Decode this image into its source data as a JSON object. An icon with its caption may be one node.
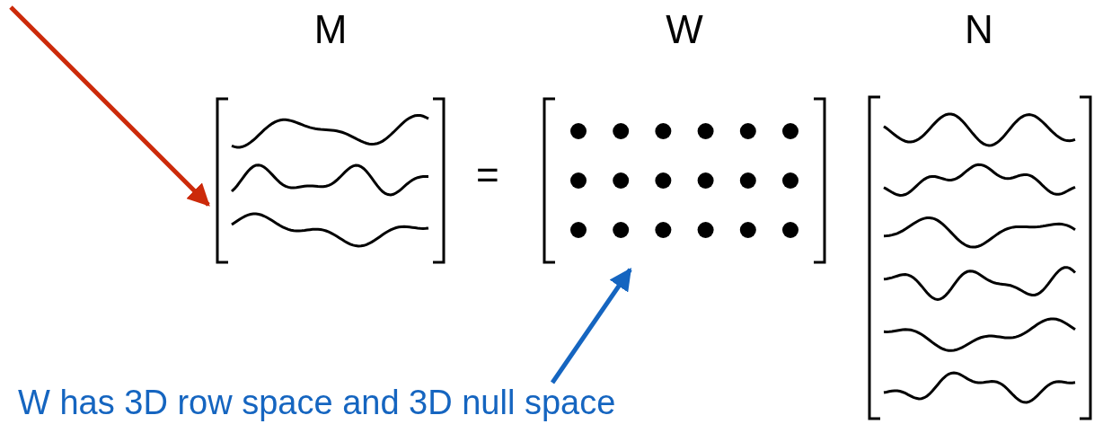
{
  "diagram": {
    "nodes": [
      {
        "text": [
          "M"
        ]
      },
      {
        "text": [
          "W"
        ]
      },
      {
        "text": [
          "N"
        ]
      },
      {
        "text": [
          "W has 3D row space and 3D null space"
        ]
      }
    ],
    "edges": [
      {
        "from": null,
        "to": 0,
        "arrow": "to",
        "color": "#cc2a0a"
      },
      {
        "from": 3,
        "to": 1,
        "arrow": "to",
        "color": "#1565c0"
      }
    ],
    "labels": [
      "="
    ]
  }
}
